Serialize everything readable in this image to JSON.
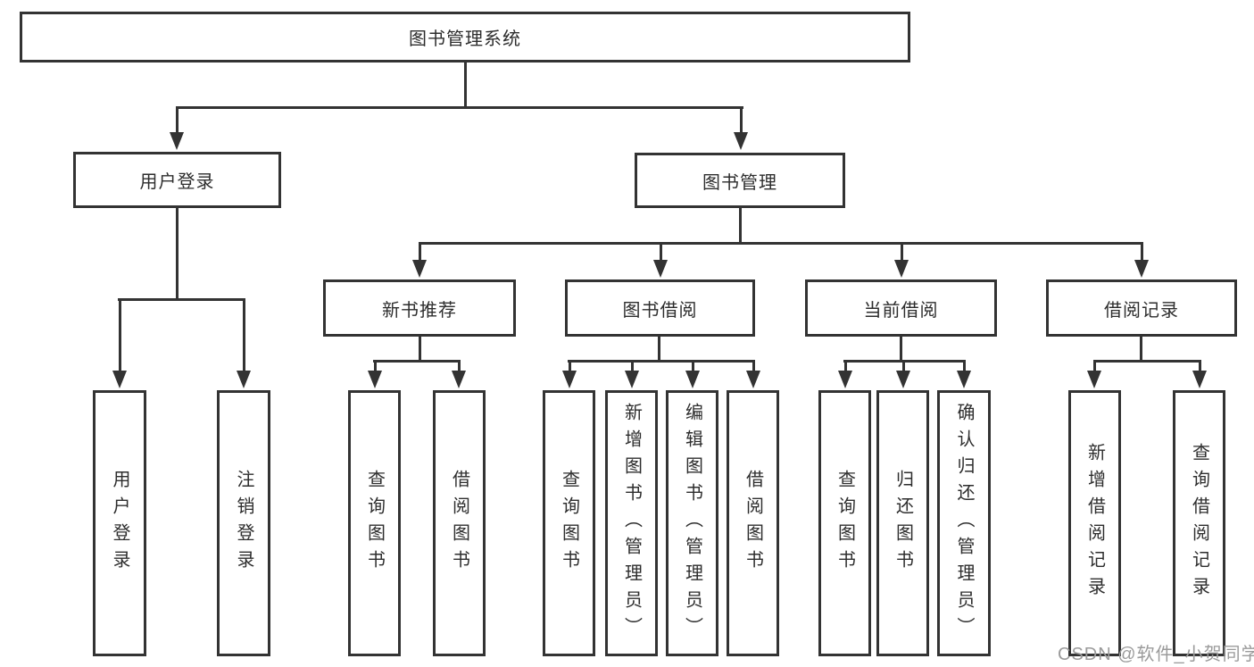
{
  "diagram": {
    "root": {
      "label": "图书管理系统"
    },
    "branches": [
      {
        "label": "用户登录",
        "children": [
          {
            "label": "用户登录"
          },
          {
            "label": "注销登录"
          }
        ]
      },
      {
        "label": "图书管理",
        "groups": [
          {
            "label": "新书推荐",
            "children": [
              {
                "label": "查询图书"
              },
              {
                "label": "借阅图书"
              }
            ]
          },
          {
            "label": "图书借阅",
            "children": [
              {
                "label": "查询图书"
              },
              {
                "label": "新增图书（管理员）"
              },
              {
                "label": "编辑图书（管理员）"
              },
              {
                "label": "借阅图书"
              }
            ]
          },
          {
            "label": "当前借阅",
            "children": [
              {
                "label": "查询图书"
              },
              {
                "label": "归还图书"
              },
              {
                "label": "确认归还（管理员）"
              }
            ]
          },
          {
            "label": "借阅记录",
            "children": [
              {
                "label": "新增借阅记录"
              },
              {
                "label": "查询借阅记录"
              }
            ]
          }
        ]
      }
    ]
  },
  "watermark": {
    "text": "CSDN @软件_小贺同学",
    "color": "#9b9b9b"
  },
  "colors": {
    "line": "#333333",
    "text": "#2d2d2d",
    "background": "#ffffff"
  }
}
